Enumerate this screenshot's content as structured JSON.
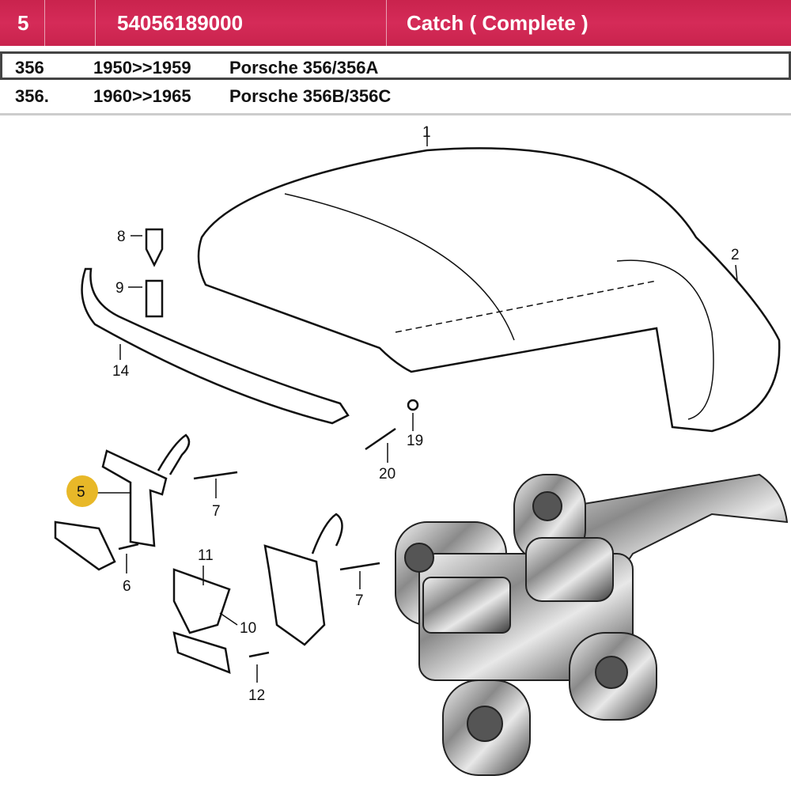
{
  "header": {
    "item_no": "5",
    "part_number": "54056189000",
    "description": "Catch ( Complete )"
  },
  "applications": [
    {
      "model": "356",
      "years": "1950>>1959",
      "name": "Porsche 356/356A"
    },
    {
      "model": "356.",
      "years": "1960>>1965",
      "name": "Porsche 356B/356C"
    }
  ],
  "diagram": {
    "callouts": [
      "1",
      "2",
      "8",
      "9",
      "14",
      "19",
      "20",
      "5",
      "7",
      "6",
      "11",
      "10",
      "7",
      "12"
    ],
    "highlight_color": "#e8b828",
    "accent_color": "#d12a55"
  }
}
